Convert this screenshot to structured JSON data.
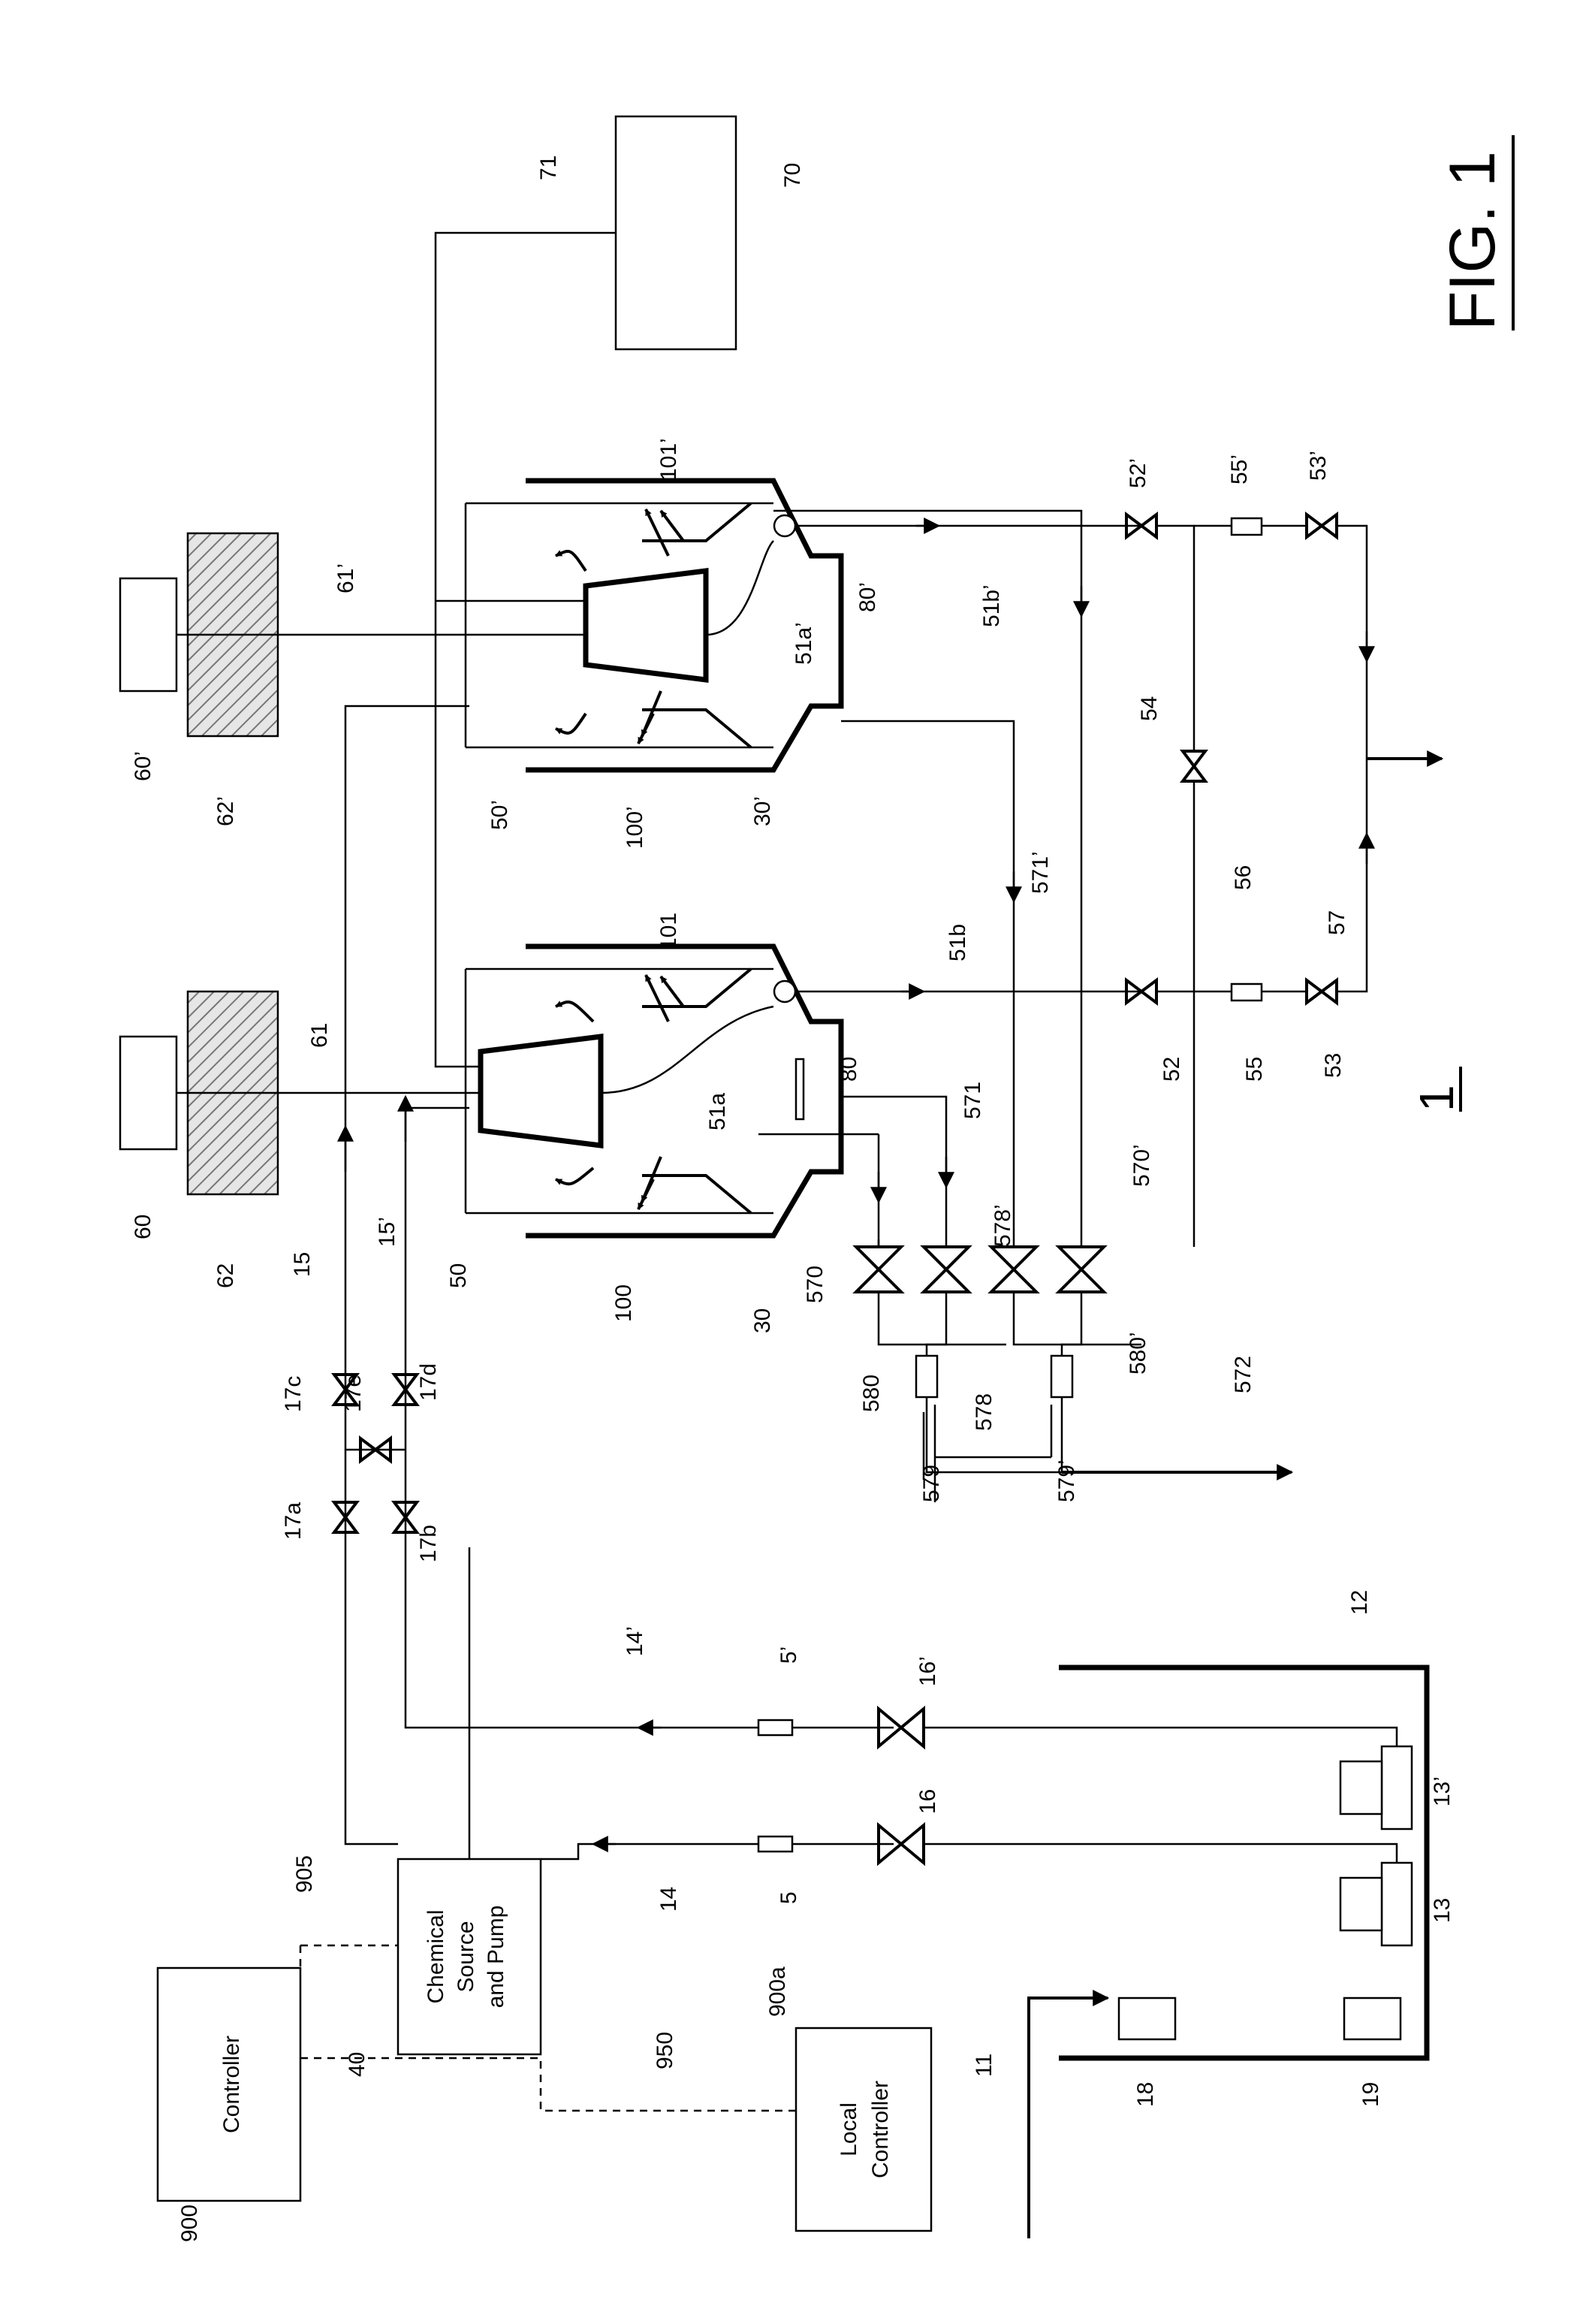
{
  "figure": {
    "title": "FIG. 1",
    "system_ref": "1"
  },
  "boxes": {
    "controller": "Controller",
    "local_controller_line1": "Local",
    "local_controller_line2": "Controller",
    "chemical_line1": "Chemical",
    "chemical_line2": "Source",
    "chemical_line3": "and Pump"
  },
  "refs": {
    "r900": "900",
    "r900a": "900a",
    "r905": "905",
    "r950": "950",
    "r40": "40",
    "r11": "11",
    "r12": "12",
    "r13": "13",
    "r13p": "13’",
    "r14": "14",
    "r14p": "14’",
    "r15": "15",
    "r15p": "15’",
    "r16": "16",
    "r16p": "16’",
    "r17a": "17a",
    "r17b": "17b",
    "r17c": "17c",
    "r17d": "17d",
    "r17e": "17e",
    "r18": "18",
    "r19": "19",
    "r5": "5",
    "r5p": "5’",
    "r30": "30",
    "r30p": "30’",
    "r50": "50",
    "r50p": "50’",
    "r51a": "51a",
    "r51ap": "51a’",
    "r51b": "51b",
    "r51bp": "51b’",
    "r52": "52",
    "r52p": "52’",
    "r53": "53",
    "r53p": "53’",
    "r54": "54",
    "r55": "55",
    "r55p": "55’",
    "r56": "56",
    "r57": "57",
    "r60": "60",
    "r60p": "60’",
    "r61": "61",
    "r61p": "61’",
    "r62": "62",
    "r62p": "62’",
    "r70": "70",
    "r71": "71",
    "r80": "80",
    "r80p": "80’",
    "r100": "100",
    "r100p": "100’",
    "r101": "101",
    "r101p": "101’",
    "r570": "570",
    "r570p": "570’",
    "r571": "571",
    "r571p": "571’",
    "r572": "572",
    "r578": "578",
    "r578p": "578’",
    "r579": "579",
    "r579p": "579’",
    "r580": "580",
    "r580p": "580’"
  }
}
